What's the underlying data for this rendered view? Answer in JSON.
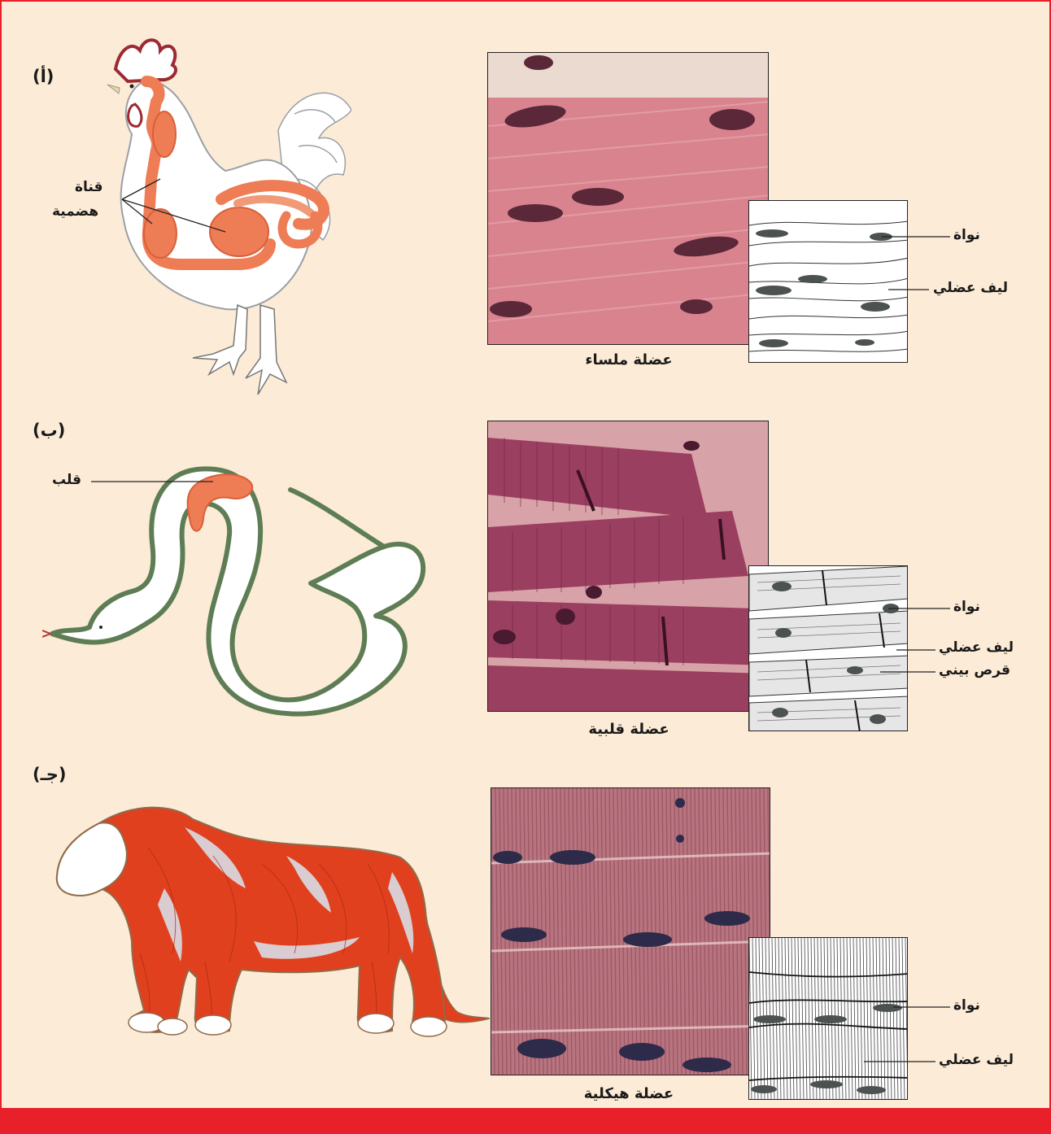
{
  "panels": {
    "a": {
      "letter": "(أ)",
      "organ_label_line1": "قناة",
      "organ_label_line2": "هضمية",
      "caption": "عضلة ملساء",
      "nucleus_label": "نواة",
      "fiber_label": "ليف عضلي"
    },
    "b": {
      "letter": "(ب)",
      "organ_label": "قلب",
      "caption": "عضلة قلبية",
      "nucleus_label": "نواة",
      "fiber_label": "ليف عضلي",
      "disc_label": "قرص بيني"
    },
    "c": {
      "letter": "(جـ)",
      "caption": "عضلة هيكلية",
      "nucleus_label": "نواة",
      "fiber_label": "ليف عضلي"
    }
  },
  "colors": {
    "page_background": "#fcebd6",
    "frame_red": "#e8202a",
    "smooth_tissue": "#d9838e",
    "cardiac_tissue": "#8e3050",
    "skeletal_tissue": "#b8707a",
    "nucleus": "#4a2030",
    "digestive_tract": "#ee7c55",
    "snake_outline": "#5e7d55",
    "lion_muscle": "#e0401e"
  },
  "icons": [
    "rooster-illustration",
    "snake-illustration",
    "lion-illustration"
  ]
}
